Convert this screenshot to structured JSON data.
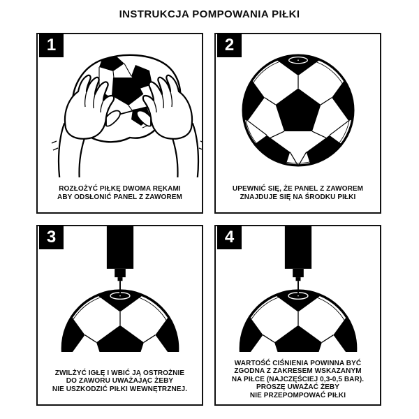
{
  "title": "INSTRUKCJA POMPOWANIA PIŁKI",
  "colors": {
    "ink": "#000000",
    "paper": "#ffffff"
  },
  "steps": [
    {
      "number": "1",
      "caption": "ROZŁOŻYĆ PIŁKĘ DWOMA RĘKAMI\nABY ODSŁONIĆ PANEL Z ZAWOREM",
      "illustration": "two-hands-opening-deflated-ball"
    },
    {
      "number": "2",
      "caption": "UPEWNIĆ SIĘ, ŻE PANEL Z ZAWOREM\nZNAJDUJE SIĘ NA ŚRODKU PIŁKI",
      "illustration": "soccer-ball-with-valve-panel-on-top"
    },
    {
      "number": "3",
      "caption": "ZWILŻYĆ IGŁĘ I WBIĆ JĄ OSTROŻNIE\nDO ZAWORU UWAŻAJĄC ŻEBY\nNIE USZKODZIĆ PIŁKI WEWNĘTRZNEJ.",
      "illustration": "pump-needle-inserted-into-ball-valve"
    },
    {
      "number": "4",
      "caption": "WARTOŚĆ CIŚNIENIA POWINNA BYĆ\nZGODNA Z ZAKRESEM WSKAZANYM\nNA PIŁCE (NAJCZĘŚCIEJ 0,3-0,5 BAR).\nPROSZĘ UWAŻAĆ ŻEBY\nNIE PRZEPOMPOWAĆ PIŁKI",
      "illustration": "pump-needle-inserted-into-ball-valve"
    }
  ]
}
